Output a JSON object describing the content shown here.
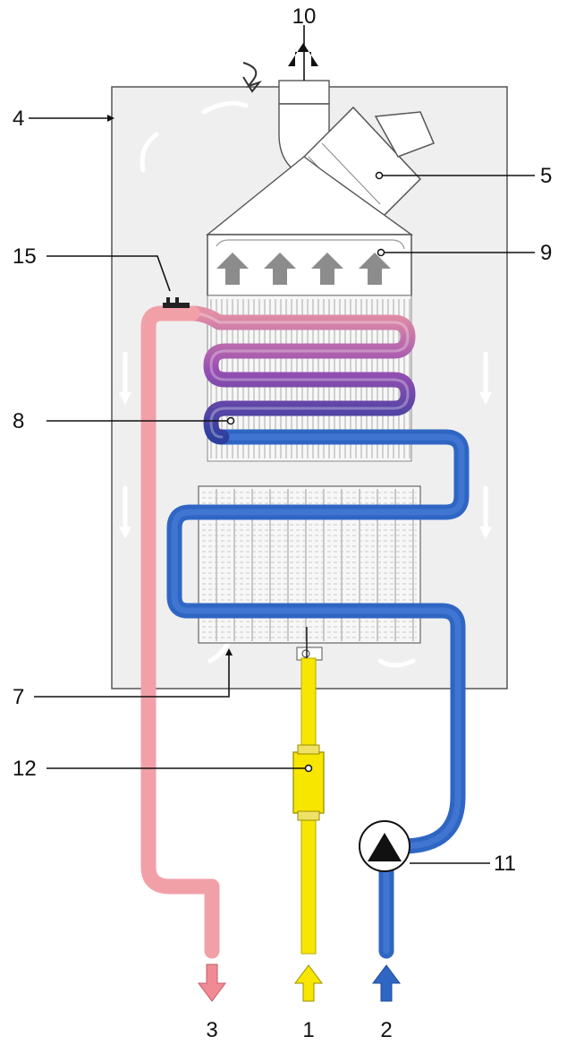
{
  "labels": {
    "l1": "1",
    "l2": "2",
    "l3": "3",
    "l4": "4",
    "l5": "5",
    "l7": "7",
    "l8": "8",
    "l9": "9",
    "l10": "10",
    "l11": "11",
    "l12": "12",
    "l15": "15"
  },
  "colors": {
    "casing": "#efefef",
    "hot_pipe": "#f2a0a8",
    "cold_pipe": "#2f66c4",
    "gas_pipe": "#f7e600",
    "coil_purple": "#8a4fb0",
    "arrow_grey": "#8c8c8c"
  }
}
